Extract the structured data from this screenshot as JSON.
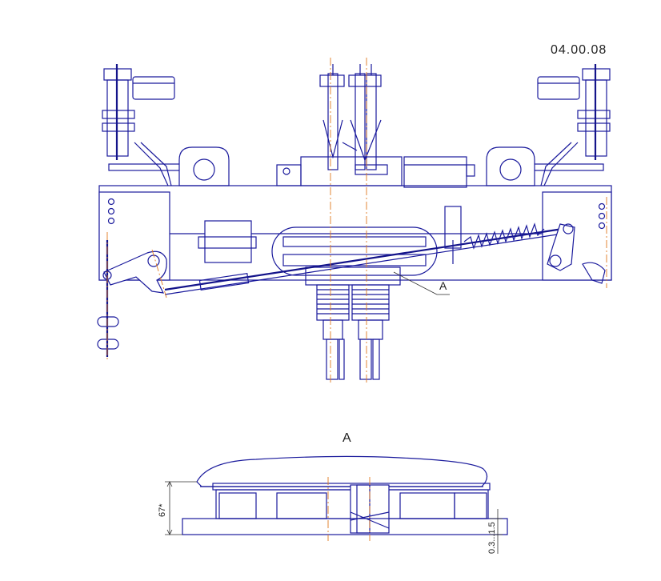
{
  "drawing": {
    "corner_code": "04.00.08",
    "callout_label": "A",
    "detail_title": "A",
    "dim_height": "67*",
    "dim_gap": "0.3...1.5"
  },
  "colors": {
    "line": "#1a1a9c",
    "axis": "#e07a20",
    "dimension": "#333333"
  }
}
